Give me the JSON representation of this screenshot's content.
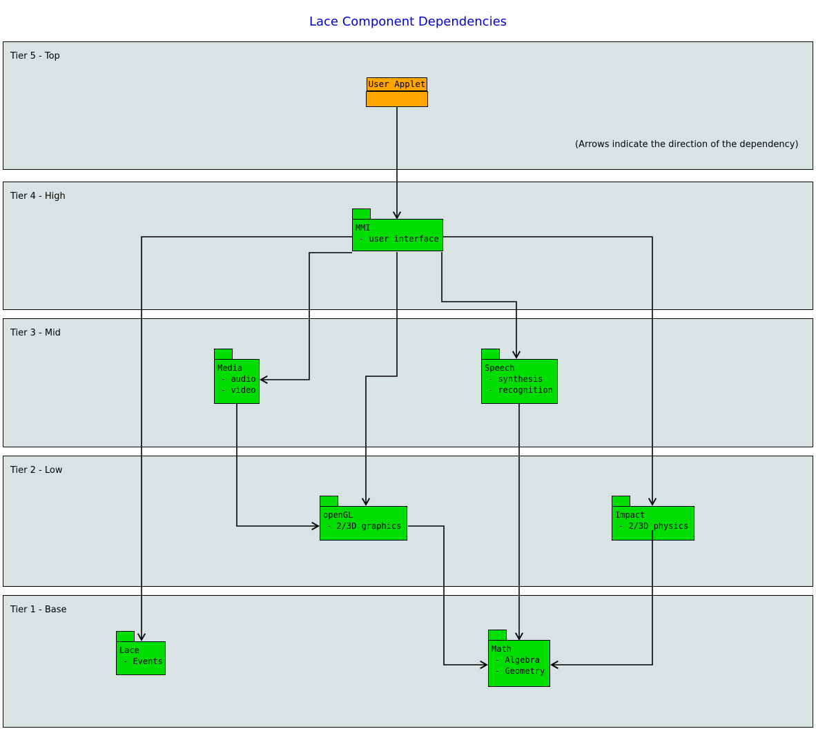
{
  "title": "Lace Component Dependencies",
  "annotation": "(Arrows indicate the direction of the dependency)",
  "tiers": [
    {
      "label": "Tier 5 - Top"
    },
    {
      "label": "Tier 4 - High"
    },
    {
      "label": "Tier 3 - Mid"
    },
    {
      "label": "Tier 2 - Low"
    },
    {
      "label": "Tier 1 - Base"
    }
  ],
  "components": {
    "user_applet": {
      "label": "User Applet"
    },
    "mmi": {
      "name": "MMI",
      "lines": [
        "- user interface"
      ]
    },
    "media": {
      "name": "Media",
      "lines": [
        "- audio",
        "- video"
      ]
    },
    "speech": {
      "name": "Speech",
      "lines": [
        "- synthesis",
        "- recognition"
      ]
    },
    "opengl": {
      "name": "openGL",
      "lines": [
        "- 2/3D graphics"
      ]
    },
    "impact": {
      "name": "Impact",
      "lines": [
        "- 2/3D physics"
      ]
    },
    "lace": {
      "name": "Lace",
      "lines": [
        "- Events"
      ]
    },
    "math": {
      "name": "Math",
      "lines": [
        "- Algebra",
        "- Geometry"
      ]
    }
  },
  "colors": {
    "component_green": "#00dd00",
    "applet_orange": "#ffa500",
    "tier_fill": "#d8e3e3",
    "title_blue": "#0000cd"
  }
}
